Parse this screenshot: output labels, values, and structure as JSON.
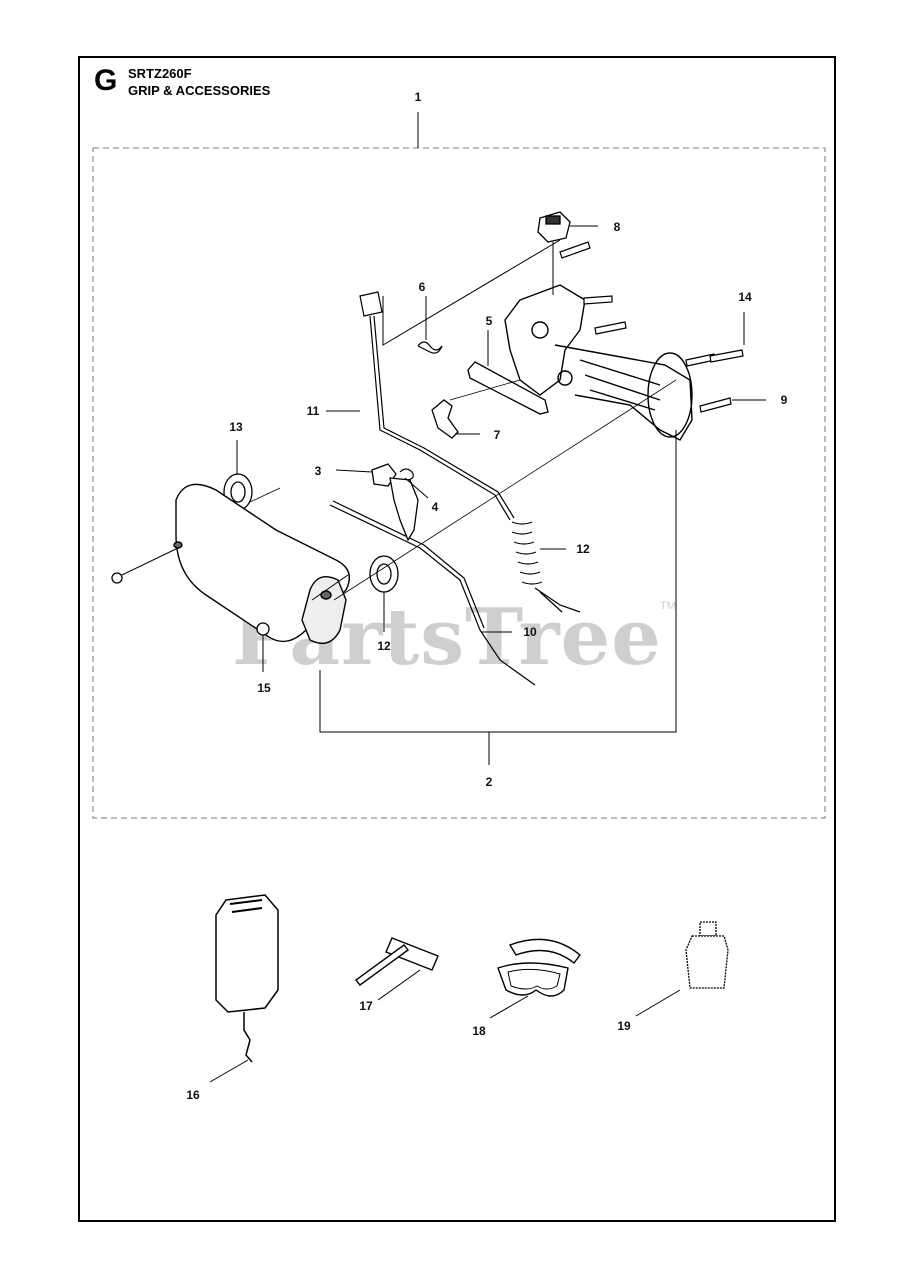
{
  "header": {
    "section_letter": "G",
    "model": "SRTZ260F",
    "title": "GRIP & ACCESSORIES"
  },
  "watermark": {
    "text": "PartsTree",
    "tm": "TM"
  },
  "callouts": [
    "1",
    "2",
    "3",
    "4",
    "5",
    "6",
    "7",
    "8",
    "9",
    "10",
    "11",
    "12",
    "12",
    "13",
    "14",
    "15",
    "16",
    "17",
    "18",
    "19"
  ]
}
